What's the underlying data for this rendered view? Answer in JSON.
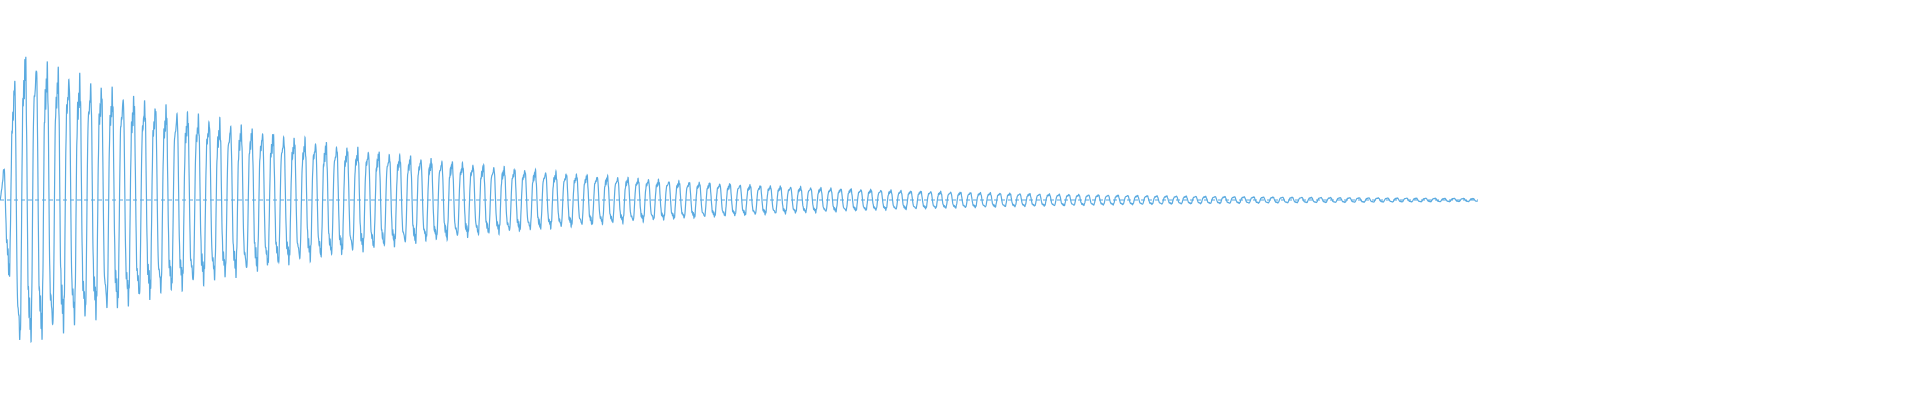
{
  "waveform": {
    "color": "#5aaae0",
    "background": "#ffffff",
    "peak_amplitude": 1.0,
    "decay": "exponential",
    "audible_fraction": 0.78,
    "cycles": 135
  }
}
